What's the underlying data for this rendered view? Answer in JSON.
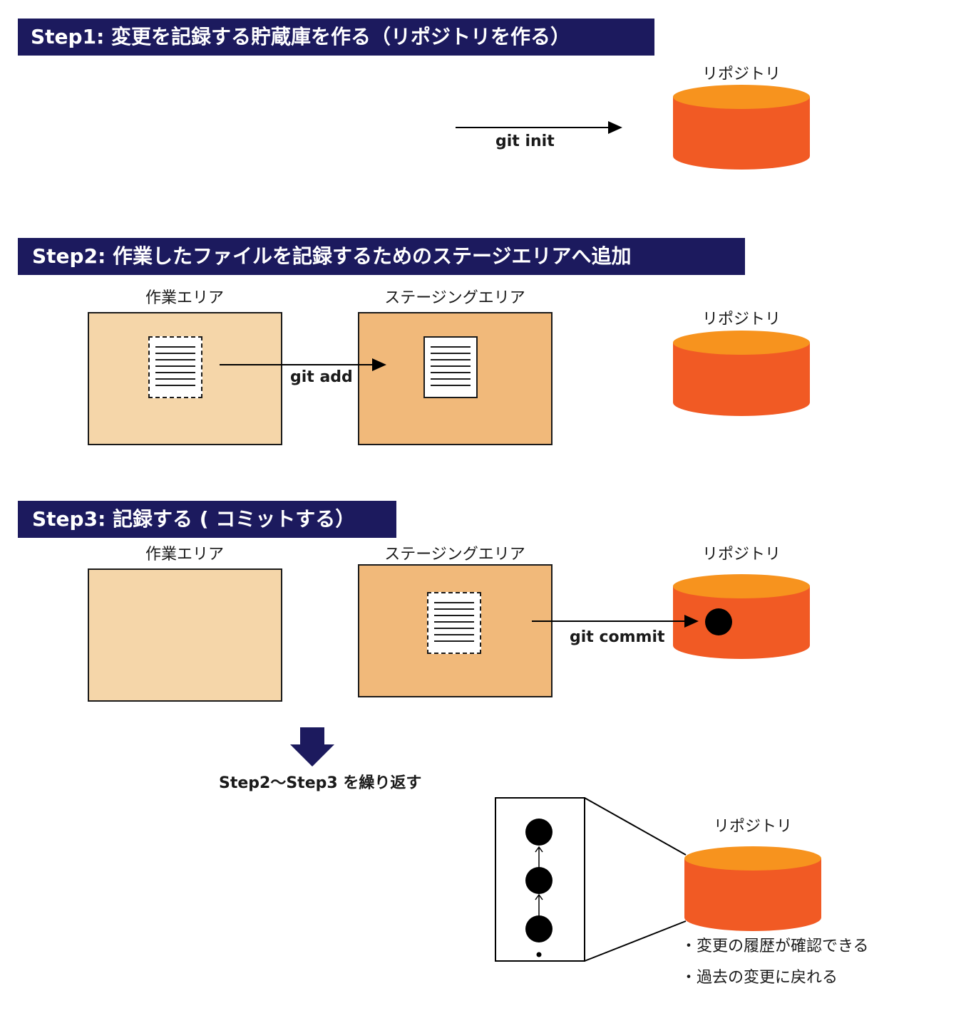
{
  "steps": {
    "step1": {
      "title": "Step1: 変更を記録する貯蔵庫を作る（リポジトリを作る）"
    },
    "step2": {
      "title": "Step2: 作業したファイルを記録するためのステージエリアへ追加"
    },
    "step3": {
      "title": "Step3: 記録する ( コミットする）"
    }
  },
  "labels": {
    "repository": "リポジトリ",
    "work_area": "作業エリア",
    "staging_area": "ステージングエリア"
  },
  "commands": {
    "init": "git init",
    "add": "git add",
    "commit": "git commit"
  },
  "repeat": {
    "text": "Step2〜Step3 を繰り返す"
  },
  "benefits": [
    "・変更の履歴が確認できる",
    "・過去の変更に戻れる"
  ],
  "colors": {
    "banner": "#1c1a5e",
    "repo_top": "#f7931e",
    "repo_body": "#f15a24",
    "work_area": "#f5d6a9",
    "staging_area": "#f1b97a",
    "down_arrow": "#1c1a5e"
  }
}
